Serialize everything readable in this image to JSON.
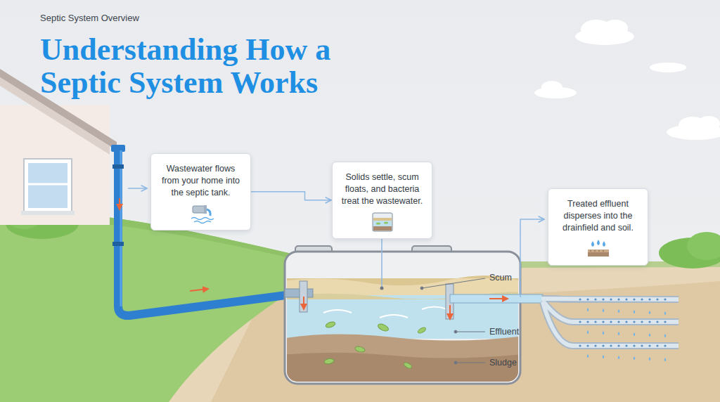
{
  "diagram": {
    "title": "Understanding How a Septic System Works",
    "nodes": [
      {
        "text": [
          "Wastewater flows from your home into the septic tank."
        ]
      },
      {
        "text": [
          "Solids settle, scum floats, and bacteria treat the wastewater."
        ]
      },
      {
        "text": [
          "Treated effluent disperses into the drainfield and soil."
        ]
      }
    ],
    "edges": [
      {
        "from": 0,
        "to": 1,
        "arrow": "to"
      }
    ],
    "labels": [
      "Septic System Overview",
      "Scum",
      "Effluent",
      "Sludge"
    ]
  }
}
